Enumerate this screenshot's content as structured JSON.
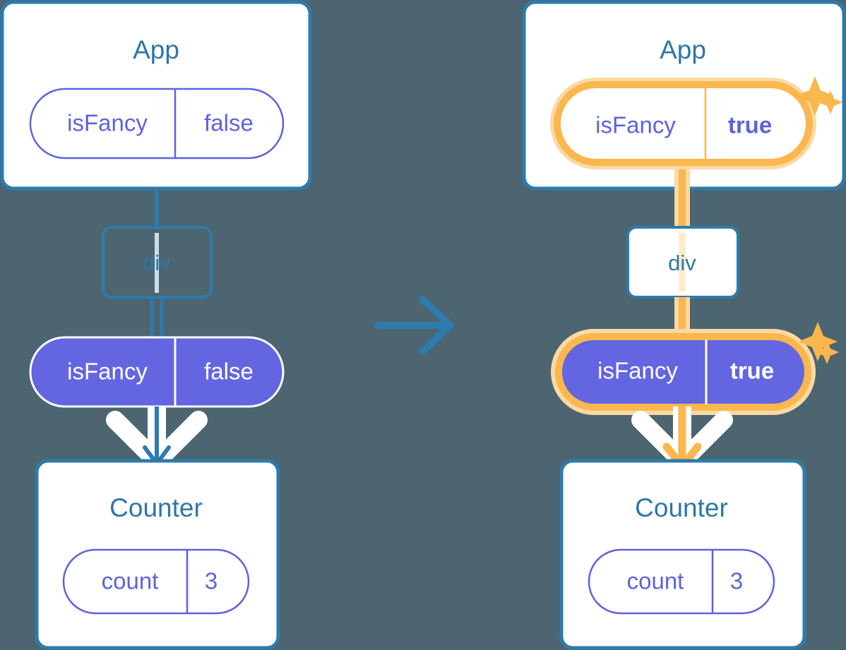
{
  "diagram": {
    "title_left": "App",
    "title_right": "App",
    "transition_arrow": "arrow-right-icon",
    "colors": {
      "background": "#4c6570",
      "card_border": "#2e7bad",
      "card_fill": "#ffffff",
      "title_text": "#2e77a6",
      "pill_outline": "#5d63dd",
      "pill_fill": "#6366e0",
      "pill_fill_text": "#ffffff",
      "highlight_ring": "#f9b council",
      "highlight": "#f9b74e",
      "highlight_soft": "#fbd9a4",
      "arrow_white": "#ffffff",
      "arrow_blue": "#2e7bad",
      "arrow_orange": "#f9b74e"
    },
    "left": {
      "app_card": {
        "label": "App",
        "pill": {
          "name": "isFancy",
          "value": "false",
          "style": "outline",
          "highlighted": false
        }
      },
      "div_node": {
        "label": "div"
      },
      "props_pill": {
        "name": "isFancy",
        "value": "false",
        "style": "filled",
        "highlighted": false
      },
      "counter_card": {
        "label": "Counter",
        "pill": {
          "name": "count",
          "value": "3",
          "style": "outline",
          "highlighted": false
        }
      },
      "sparkles": []
    },
    "right": {
      "app_card": {
        "label": "App",
        "pill": {
          "name": "isFancy",
          "value": "true",
          "style": "outline",
          "highlighted": true
        }
      },
      "div_node": {
        "label": "div"
      },
      "props_pill": {
        "name": "isFancy",
        "value": "true",
        "style": "filled",
        "highlighted": true
      },
      "counter_card": {
        "label": "Counter",
        "pill": {
          "name": "count",
          "value": "3",
          "style": "outline",
          "highlighted": false
        }
      },
      "sparkles": [
        "sparkle-large",
        "sparkle-small",
        "sparkle-large",
        "sparkle-small"
      ]
    }
  }
}
